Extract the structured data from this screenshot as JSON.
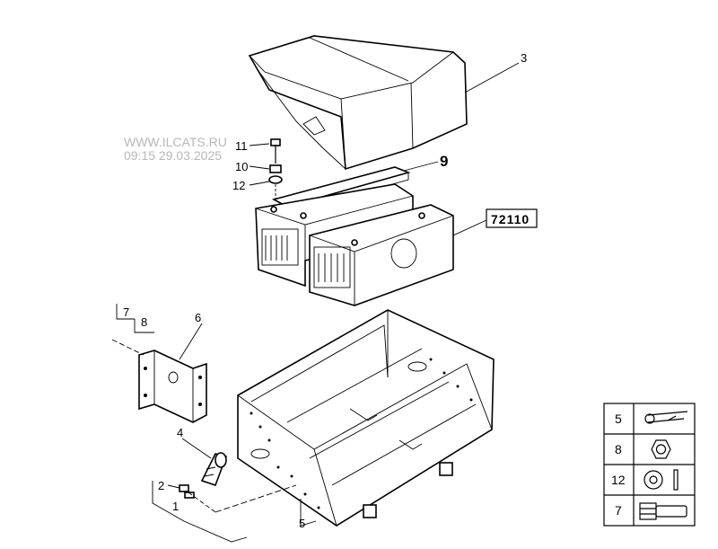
{
  "watermark": {
    "line1": "WWW.ILCATS.RU",
    "line2": "09:15 29.03.2025"
  },
  "callouts": {
    "c1": "1",
    "c2": "2",
    "c3": "3",
    "c4": "4",
    "c5": "5",
    "c6": "6",
    "c7": "7",
    "c8": "8",
    "c9": "9",
    "c10": "10",
    "c11": "11",
    "c12": "12"
  },
  "reference_box": "72110",
  "legend": {
    "rows": [
      {
        "number": "5",
        "icon": "cotter-pin-icon"
      },
      {
        "number": "8",
        "icon": "hex-nut-icon"
      },
      {
        "number": "12",
        "icon": "washer-icon"
      },
      {
        "number": "7",
        "icon": "hex-bolt-icon"
      }
    ]
  }
}
